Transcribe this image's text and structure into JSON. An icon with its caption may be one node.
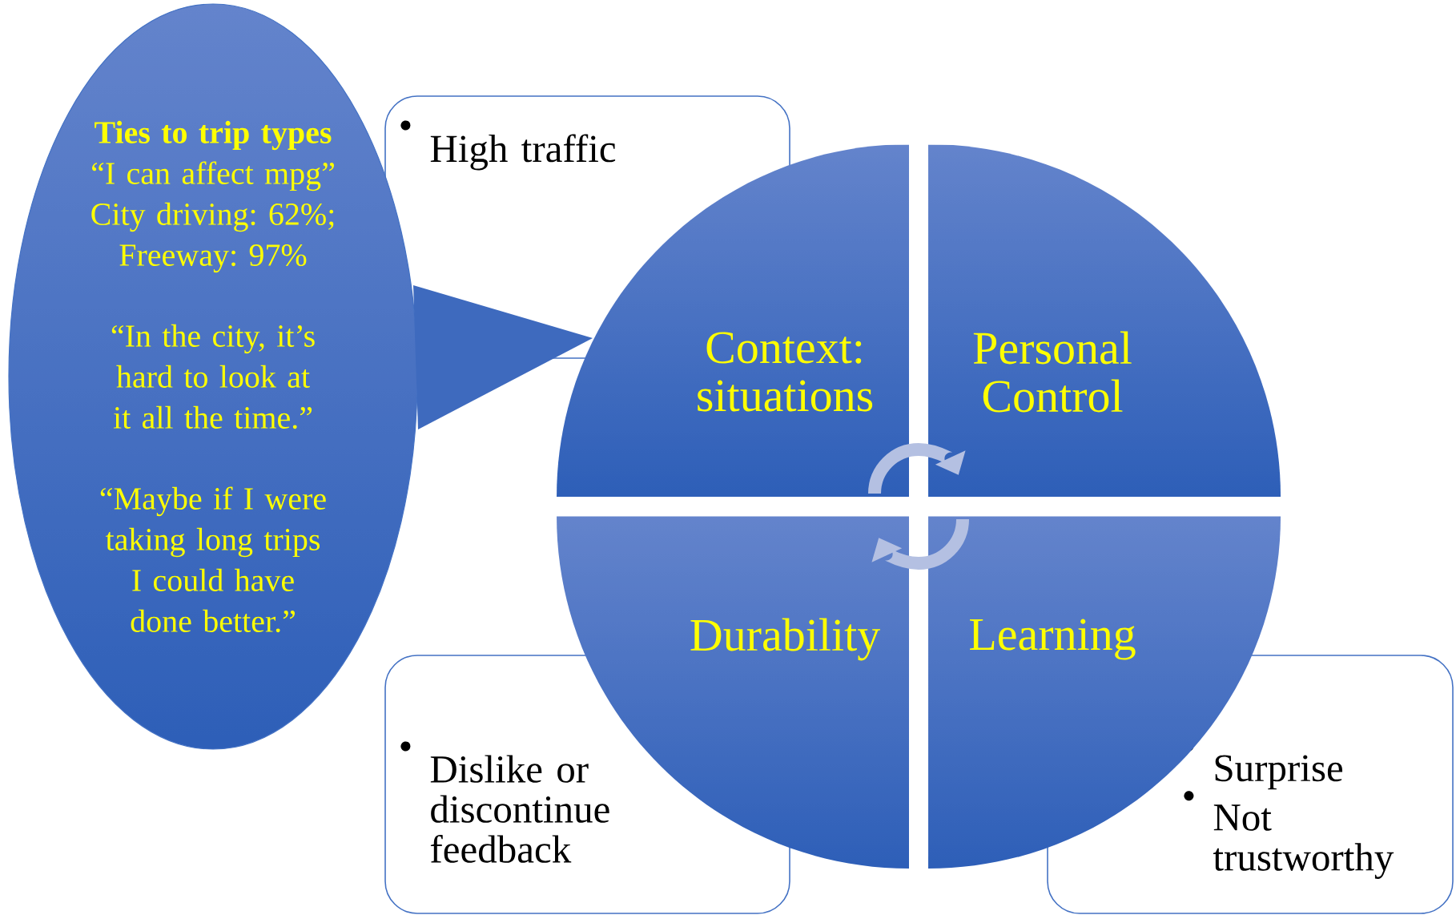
{
  "diagram": {
    "nodes": [
      {
        "text": [
          "Ties to trip types",
          "“I can affect mpg” City driving: 62%; Freeway: 97%",
          "“In the city, it’s hard to look at it all the time.”",
          "“Maybe if I were taking long trips I could have done better.”"
        ]
      },
      {
        "text": [
          "Context: situations"
        ]
      },
      {
        "text": [
          "Personal Control"
        ]
      },
      {
        "text": [
          "Durability"
        ]
      },
      {
        "text": [
          "Learning"
        ]
      },
      {
        "text": [
          "High traffic"
        ]
      },
      {
        "text": [
          "Dislike or discontinue feedback"
        ]
      },
      {
        "text": [
          "Surprise",
          "Not trustworthy"
        ]
      }
    ],
    "edges": [
      {
        "from": 0,
        "to": 1,
        "arrow": "to"
      }
    ]
  }
}
